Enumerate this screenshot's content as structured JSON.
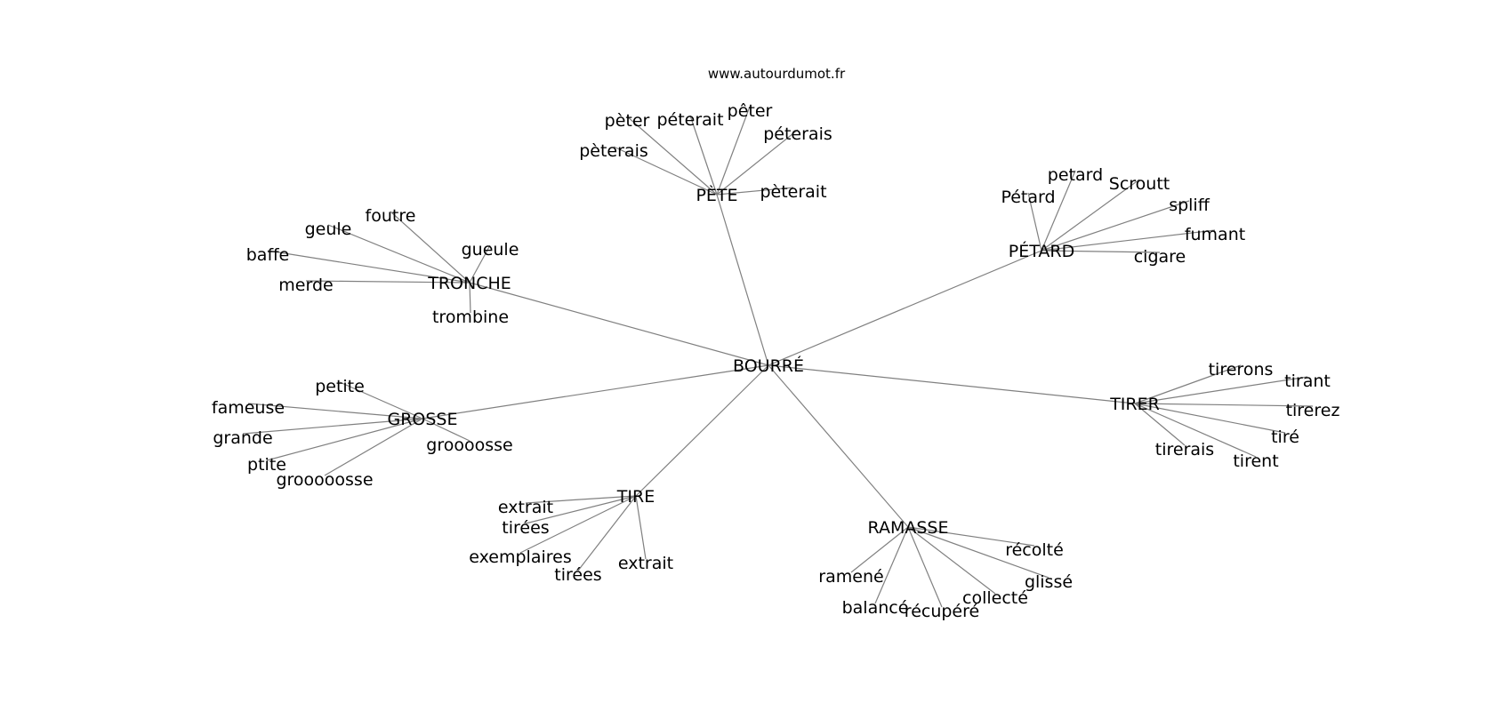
{
  "source_url": "www.autourdumot.fr",
  "center": {
    "id": "bourre",
    "label": "BOURRÉ"
  },
  "hubs": [
    {
      "id": "pete",
      "label": "PÈTE",
      "words": [
        "pèter",
        "péterait",
        "pêter",
        "péterais",
        "pèterais",
        "pèterait"
      ]
    },
    {
      "id": "petard",
      "label": "PÉTARD",
      "words": [
        "Pétard",
        "petard",
        "Scroutt",
        "spliff",
        "fumant",
        "cigare"
      ]
    },
    {
      "id": "tronche",
      "label": "TRONCHE",
      "words": [
        "foutre",
        "geule",
        "gueule",
        "baffe",
        "merde",
        "trombine"
      ]
    },
    {
      "id": "grosse",
      "label": "GROSSE",
      "words": [
        "petite",
        "fameuse",
        "grande",
        "ptite",
        "groooosse",
        "grooooosse"
      ]
    },
    {
      "id": "tirer",
      "label": "TIRER",
      "words": [
        "tirerons",
        "tirant",
        "tirerez",
        "tiré",
        "tirerais",
        "tirent"
      ]
    },
    {
      "id": "tire",
      "label": "TIRE",
      "words": [
        "extrait",
        "tirées",
        "exemplaires",
        "tirées",
        "extrait"
      ]
    },
    {
      "id": "ramasse",
      "label": "RAMASSE",
      "words": [
        "récolté",
        "glissé",
        "collecté",
        "récupéré",
        "balancé",
        "ramené"
      ]
    }
  ]
}
